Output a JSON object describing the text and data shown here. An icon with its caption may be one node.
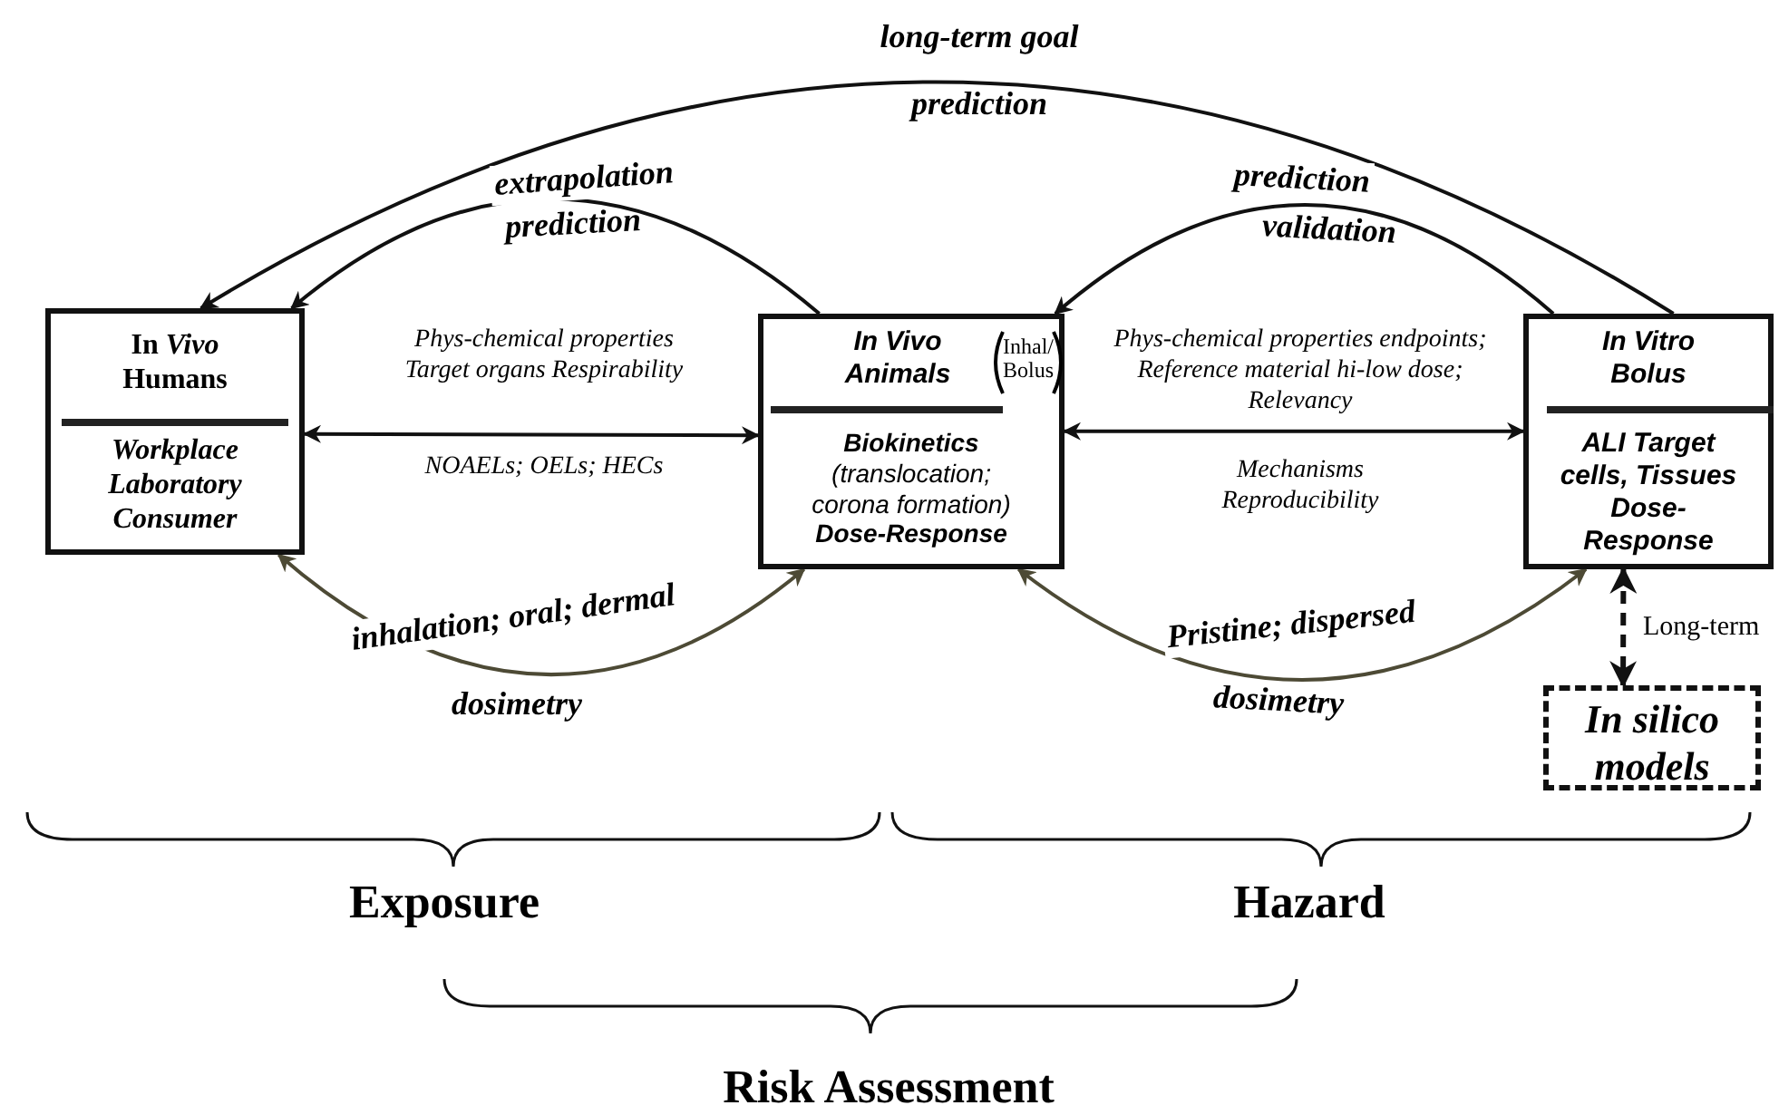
{
  "diagram": {
    "nodes": [
      {
        "text": [
          "In *Vivo* Humans",
          "Workplace Laboratory Consumer"
        ]
      },
      {
        "text": [
          "In Vivo Animals",
          "Inhal/ Bolus",
          "**Biokinetics** (translocation; corona formation) **Dose-Response**"
        ]
      },
      {
        "text": [
          "In Vitro Bolus",
          "ALI Target cells, Tissues Dose-Response"
        ]
      },
      {
        "text": [
          "In silico models"
        ]
      }
    ],
    "edges": [
      {
        "from": 2,
        "to": 0,
        "arrow": "to",
        "label": "long-term goal"
      },
      {
        "from": 1,
        "to": 0,
        "arrow": "to",
        "label": "extrapolation"
      },
      {
        "from": 2,
        "to": 1,
        "arrow": "to",
        "label": "prediction"
      },
      {
        "from": 0,
        "to": 1,
        "arrow": "both"
      },
      {
        "from": 1,
        "to": 2,
        "arrow": "both"
      },
      {
        "from": 0,
        "to": 1,
        "arrow": "both",
        "label": "inhalation; oral; dermal",
        "color": "#4d4a35"
      },
      {
        "from": 1,
        "to": 2,
        "arrow": "both",
        "label": "Pristine; dispersed",
        "color": "#4d4a35"
      },
      {
        "from": 2,
        "to": 3,
        "arrow": "both",
        "style": "dashed",
        "label": "Long-term"
      }
    ],
    "labels": [
      "prediction",
      "prediction",
      "validation",
      "Phys-chemical properties Target organs Respirability",
      "NOAELs; OELs; HECs",
      "Phys-chemical properties endpoints; Reference material hi-low dose; Relevancy",
      "Mechanisms Reproducibility",
      "dosimetry",
      "dosimetry",
      "Exposure",
      "Hazard",
      "Risk Assessment"
    ]
  }
}
